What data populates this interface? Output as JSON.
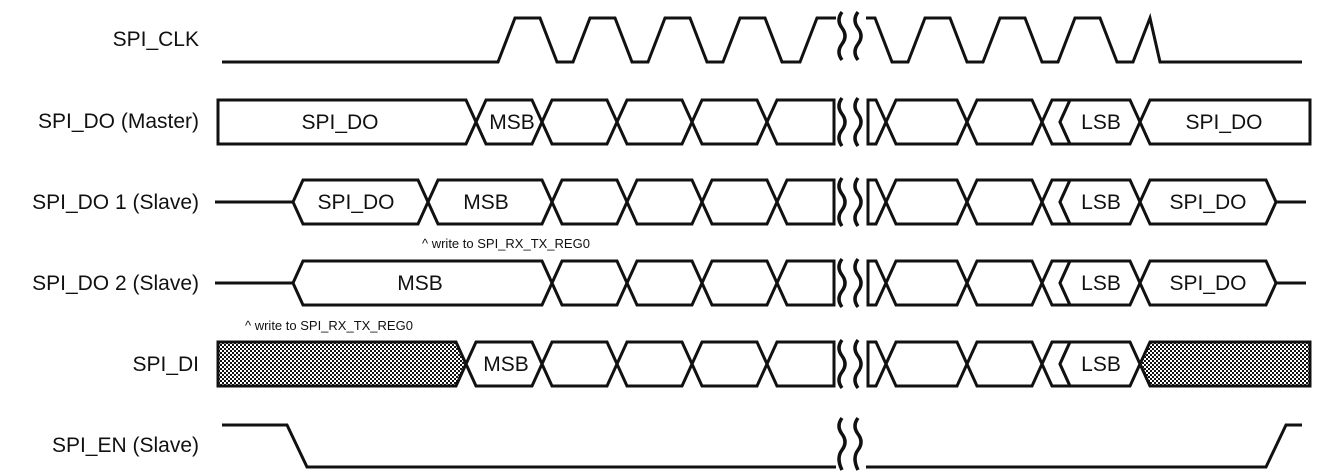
{
  "signals": [
    {
      "id": "clk",
      "label": "SPI_CLK"
    },
    {
      "id": "do_master",
      "label": "SPI_DO (Master)"
    },
    {
      "id": "do_slave1",
      "label": "SPI_DO 1 (Slave)"
    },
    {
      "id": "do_slave2",
      "label": "SPI_DO 2 (Slave)"
    },
    {
      "id": "di",
      "label": "SPI_DI"
    },
    {
      "id": "en",
      "label": "SPI_EN (Slave)"
    }
  ],
  "bus_labels": {
    "do_master": {
      "first": "SPI_DO",
      "msb": "MSB",
      "lsb": "LSB",
      "last": "SPI_DO"
    },
    "do_slave1": {
      "first": "SPI_DO",
      "msb": "MSB",
      "lsb": "LSB",
      "last": "SPI_DO"
    },
    "do_slave2": {
      "msb": "MSB",
      "lsb": "LSB",
      "last": "SPI_DO"
    },
    "di": {
      "msb": "MSB",
      "lsb": "LSB"
    }
  },
  "notes": {
    "slave1_write": "^ write to SPI_RX_TX_REG0",
    "slave2_write": "^ write to SPI_RX_TX_REG0"
  }
}
